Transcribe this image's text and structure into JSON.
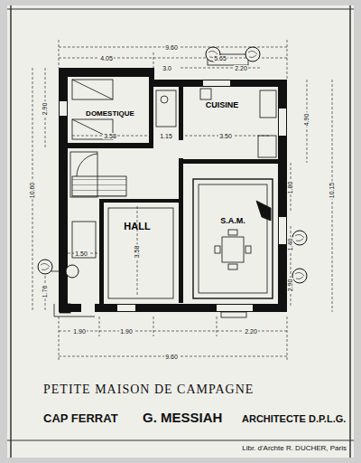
{
  "diagram": {
    "title": "PETITE MAISON DE CAMPAGNE",
    "nodes": [
      {
        "text": [
          "DOMESTIQUE"
        ]
      },
      {
        "text": [
          "CUISINE"
        ]
      },
      {
        "text": [
          "HALL"
        ]
      },
      {
        "text": [
          "S.A.M."
        ]
      }
    ],
    "labels": [
      "9.60",
      "4.05",
      "5.65",
      "3.0",
      "2.20",
      "3.58",
      "1.15",
      "3.50",
      "4.90",
      "10.15",
      "10.60",
      "2.90",
      "1.80",
      "3.58",
      "1.40",
      "2.90",
      "1.90",
      "1.90",
      "2.20",
      "9.60",
      "1.50",
      "1.76",
      "CAP FERRAT",
      "G. MESSIAH",
      "ARCHITECTE D.P.L.G.",
      "Libr. d'Archte R. DUCHER, Paris"
    ]
  }
}
